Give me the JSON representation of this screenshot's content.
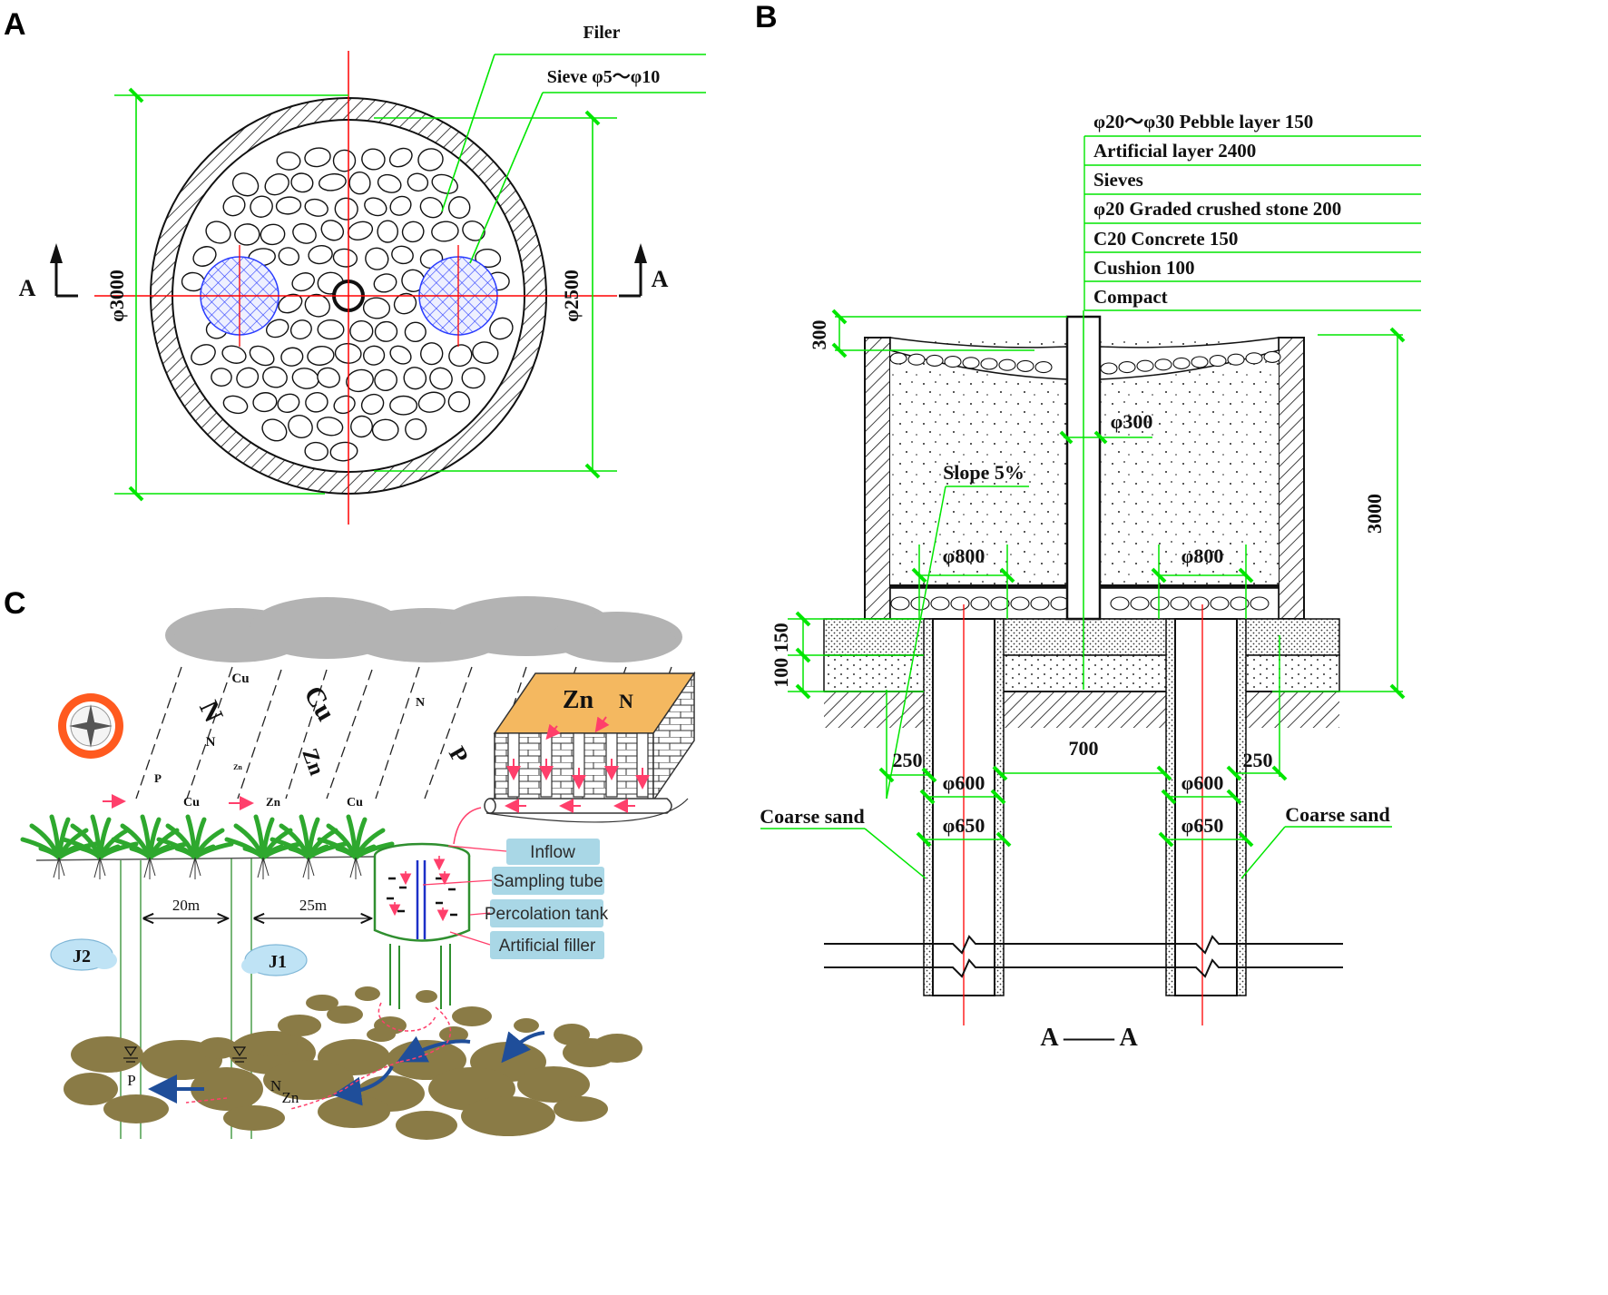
{
  "panels": {
    "A": {
      "letter": "A",
      "labels": {
        "filer": "Filer",
        "sieve": "Sieve φ5～φ10",
        "section_left": "A",
        "section_right": "A"
      },
      "dims": {
        "outer": "φ3000",
        "inner": "φ2500"
      }
    },
    "B": {
      "letter": "B",
      "layers": [
        "φ20～φ30 Pebble layer 150",
        "Artificial layer 2400",
        " Sieves",
        "φ20 Graded crushed stone 200",
        "C20 Concrete 150",
        "Cushion 100",
        "Compact"
      ],
      "dims": {
        "top_300": "300",
        "pipe": "φ300",
        "slope": "Slope 5%",
        "phi800_left": "φ800",
        "phi800_right": "φ800",
        "height": "3000",
        "d100_150": "100 150",
        "d250_left": "250",
        "d250_right": "250",
        "d700": "700",
        "phi600_left": "φ600",
        "phi600_right": "φ600",
        "phi650_left": "φ650",
        "phi650_right": "φ650"
      },
      "labels": {
        "coarse_left": "Coarse sand",
        "coarse_right": "Coarse sand",
        "section_title": "A —— A"
      }
    },
    "C": {
      "letter": "C",
      "rain_elements": [
        "Cu",
        "N",
        "Cu",
        "N",
        "N",
        "Zn",
        "Zn",
        "P",
        "P",
        "Cu",
        "Zn",
        "Cu"
      ],
      "box_labels": {
        "zn": "Zn",
        "n": "N"
      },
      "legend": [
        "Inflow",
        "Sampling tube",
        "Percolation tank",
        "Artificial filler"
      ],
      "distances": {
        "d20": "20m",
        "d25": "25m"
      },
      "wells": {
        "j2": "J2",
        "j1": "J1"
      },
      "ground_markers": {
        "p": "P",
        "n": "N",
        "zn": "Zn"
      }
    }
  },
  "colors": {
    "green": "#00e600",
    "red": "#ff0000",
    "blue_hatch": "#2a3cff",
    "cloud": "#b3b3b3",
    "pebble": "#8a7b46",
    "tag_fill": "#a9d7e6",
    "arrow_pink": "#ff3f6b",
    "flow_blue": "#1f4e9a"
  }
}
